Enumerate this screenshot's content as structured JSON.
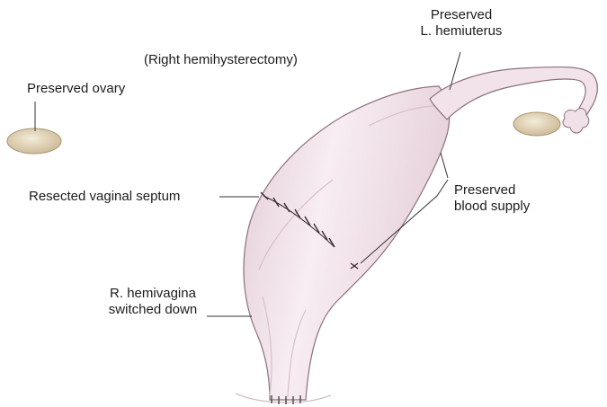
{
  "labels": {
    "title": "(Right hemihysterectomy)",
    "preserved_hemiuterus": [
      "Preserved",
      "L. hemiuterus"
    ],
    "preserved_ovary": "Preserved ovary",
    "resected_septum": "Resected vaginal septum",
    "blood_supply": [
      "Preserved",
      "blood supply"
    ],
    "hemivagina": [
      "R. hemivagina",
      "switched down"
    ]
  },
  "colors": {
    "tissue_fill": "#f2e3ea",
    "tissue_shade": "#d9bfcb",
    "tissue_outline": "#8c6f7c",
    "ovary_fill": "#e8dcc2",
    "suture": "#3a2a30",
    "leader_line": "#333333"
  }
}
